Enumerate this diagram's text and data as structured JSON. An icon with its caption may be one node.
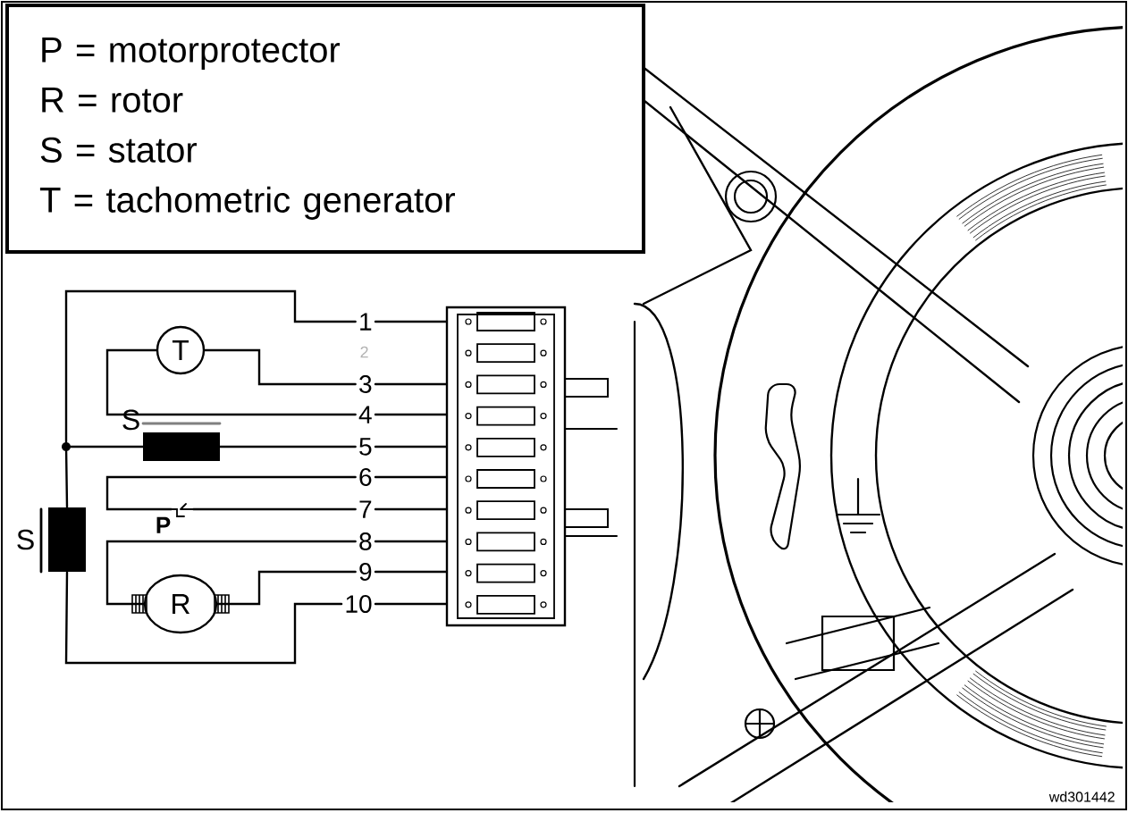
{
  "diagram": {
    "nodes": [
      {
        "text": [
          "P = motorprotector",
          "R = rotor",
          "S = stator",
          "T = tachometric generator"
        ]
      },
      {
        "text": [
          "T"
        ]
      },
      {
        "text": [
          "S"
        ]
      },
      {
        "text": [
          "S"
        ]
      },
      {
        "text": [
          "P"
        ]
      },
      {
        "text": [
          "R"
        ]
      },
      {
        "text": [],
        "shape": "circle"
      },
      {
        "text": [
          "1"
        ]
      },
      {
        "text": [
          "3"
        ]
      },
      {
        "text": [
          "4"
        ]
      },
      {
        "text": [
          "5"
        ]
      },
      {
        "text": [
          "6"
        ]
      },
      {
        "text": [
          "7"
        ]
      },
      {
        "text": [
          "8"
        ]
      },
      {
        "text": [
          "9"
        ]
      },
      {
        "text": [
          "10"
        ]
      },
      {
        "text": [],
        "shape": "box"
      }
    ],
    "edges": [
      {
        "from": 7,
        "to": 6,
        "arrow": "none"
      },
      {
        "from": 6,
        "to": 2,
        "arrow": "none"
      },
      {
        "from": 2,
        "to": 10,
        "arrow": "none"
      },
      {
        "from": 6,
        "to": 3,
        "arrow": "none"
      },
      {
        "from": 3,
        "to": 15,
        "arrow": "none"
      },
      {
        "from": 1,
        "to": 8,
        "arrow": "none"
      },
      {
        "from": 1,
        "to": 9,
        "arrow": "none"
      },
      {
        "from": 4,
        "to": 11,
        "arrow": "none"
      },
      {
        "from": 4,
        "to": 12,
        "arrow": "none"
      },
      {
        "from": 5,
        "to": 13,
        "arrow": "none"
      },
      {
        "from": 5,
        "to": 14,
        "arrow": "none"
      },
      {
        "from": 7,
        "to": 16,
        "arrow": "none"
      },
      {
        "from": 8,
        "to": 16,
        "arrow": "none"
      },
      {
        "from": 9,
        "to": 16,
        "arrow": "none"
      },
      {
        "from": 10,
        "to": 16,
        "arrow": "none"
      },
      {
        "from": 11,
        "to": 16,
        "arrow": "none"
      },
      {
        "from": 12,
        "to": 16,
        "arrow": "none"
      },
      {
        "from": 13,
        "to": 16,
        "arrow": "none"
      },
      {
        "from": 14,
        "to": 16,
        "arrow": "none"
      },
      {
        "from": 15,
        "to": 16,
        "arrow": "none"
      }
    ],
    "labels": [
      "2",
      "wd301442"
    ]
  }
}
